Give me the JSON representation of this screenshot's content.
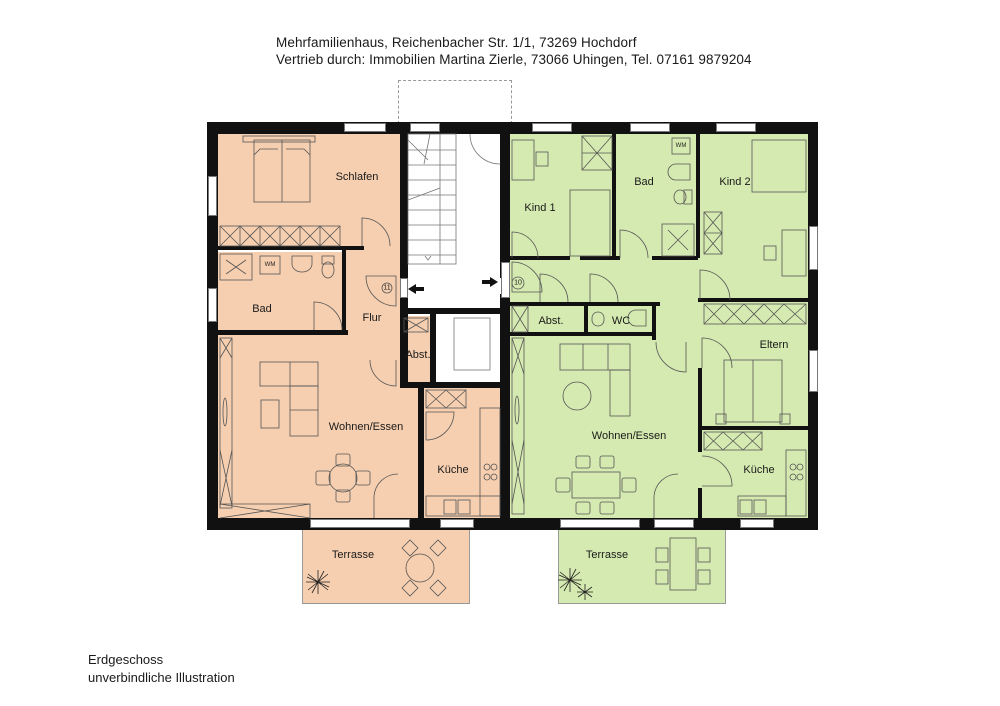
{
  "header": {
    "line1": "Mehrfamilienhaus, Reichenbacher Str. 1/1, 73269 Hochdorf",
    "line2": "Vertrieb durch: Immobilien Martina Zierle, 73066 Uhingen, Tel. 07161 9879204"
  },
  "footer": {
    "floor": "Erdgeschoss",
    "disclaimer": "unverbindliche Illustration"
  },
  "colors": {
    "unit11": "#f6cfb0",
    "unit10": "#d5eab0",
    "walls": "#111111",
    "stairwell": "#ffffff"
  },
  "unit11": {
    "number": "11",
    "rooms": {
      "schlafen": "Schlafen",
      "bad": "Bad",
      "wm": "WM",
      "flur": "Flur",
      "abst": "Abst.",
      "wohnen": "Wohnen/Essen",
      "kueche": "Küche",
      "terrasse": "Terrasse"
    }
  },
  "unit10": {
    "number": "10",
    "rooms": {
      "kind1": "Kind 1",
      "bad": "Bad",
      "wm": "WM",
      "kind2": "Kind 2",
      "abst": "Abst.",
      "wc": "WC",
      "eltern": "Eltern",
      "wohnen": "Wohnen/Essen",
      "kueche": "Küche",
      "terrasse": "Terrasse"
    }
  }
}
